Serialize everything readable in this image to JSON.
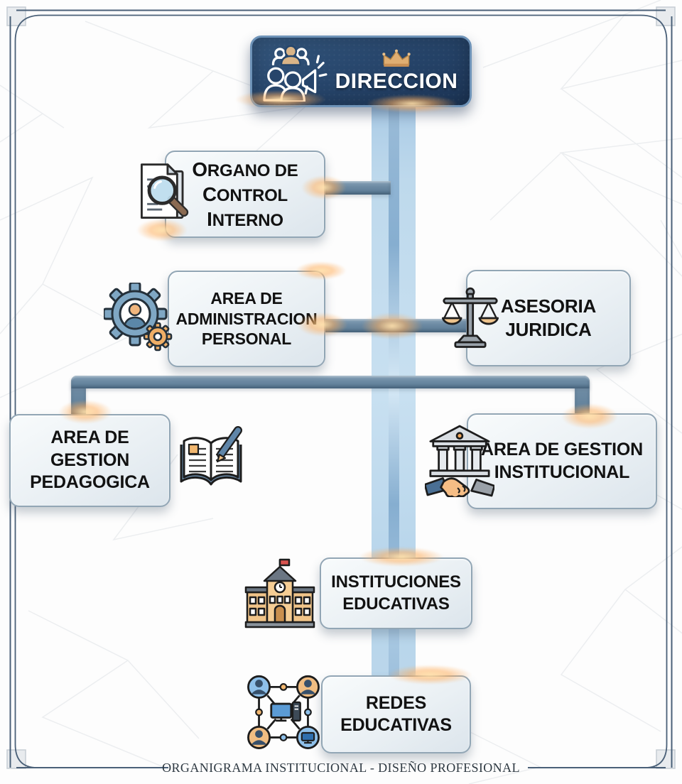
{
  "nodes": {
    "direccion": {
      "label": "DIRECCION",
      "icon": "people-megaphone-icon",
      "crown_icon": "crown-icon"
    },
    "organo": {
      "lines": [
        "ORGANO DE",
        "CONTROL",
        "INTERNO"
      ],
      "icon": "document-magnifier-icon"
    },
    "administracion": {
      "lines": [
        "AREA DE",
        "ADMINISTRACION",
        "PERSONAL"
      ],
      "icon": "gears-person-icon"
    },
    "asesoria": {
      "lines": [
        "ASESORIA",
        "JURIDICA"
      ],
      "icon": "justice-scales-icon"
    },
    "pedagogica": {
      "lines": [
        "AREA DE GESTION",
        "PEDAGOGICA"
      ],
      "icon": "open-book-pen-icon"
    },
    "institucional": {
      "lines": [
        "AREA DE GESTION",
        "INSTITUCIONAL"
      ],
      "icon": "bank-handshake-icon"
    },
    "instituciones": {
      "lines": [
        "INSTITUCIONES",
        "EDUCATIVAS"
      ],
      "icon": "school-building-icon"
    },
    "redes": {
      "lines": [
        "REDES",
        "EDUCATIVAS"
      ],
      "icon": "people-network-icon"
    }
  },
  "footer": {
    "caption": "ORGANIGRAMA INSTITUCIONAL - DISEÑO PROFESIONAL"
  },
  "colors": {
    "direccion_navy": "#28476d",
    "direccion_border": "#6e93b8",
    "trunk_light_blue": "#bed9ec",
    "trunk_mid_blue": "#86aed0",
    "connector_steel": "#6b89a2",
    "box_fill": "#eaf0f4",
    "box_border": "#92a6b5",
    "gold_accent": "#d9a968",
    "frame_line": "#4a6078",
    "text_dark": "#121212"
  }
}
